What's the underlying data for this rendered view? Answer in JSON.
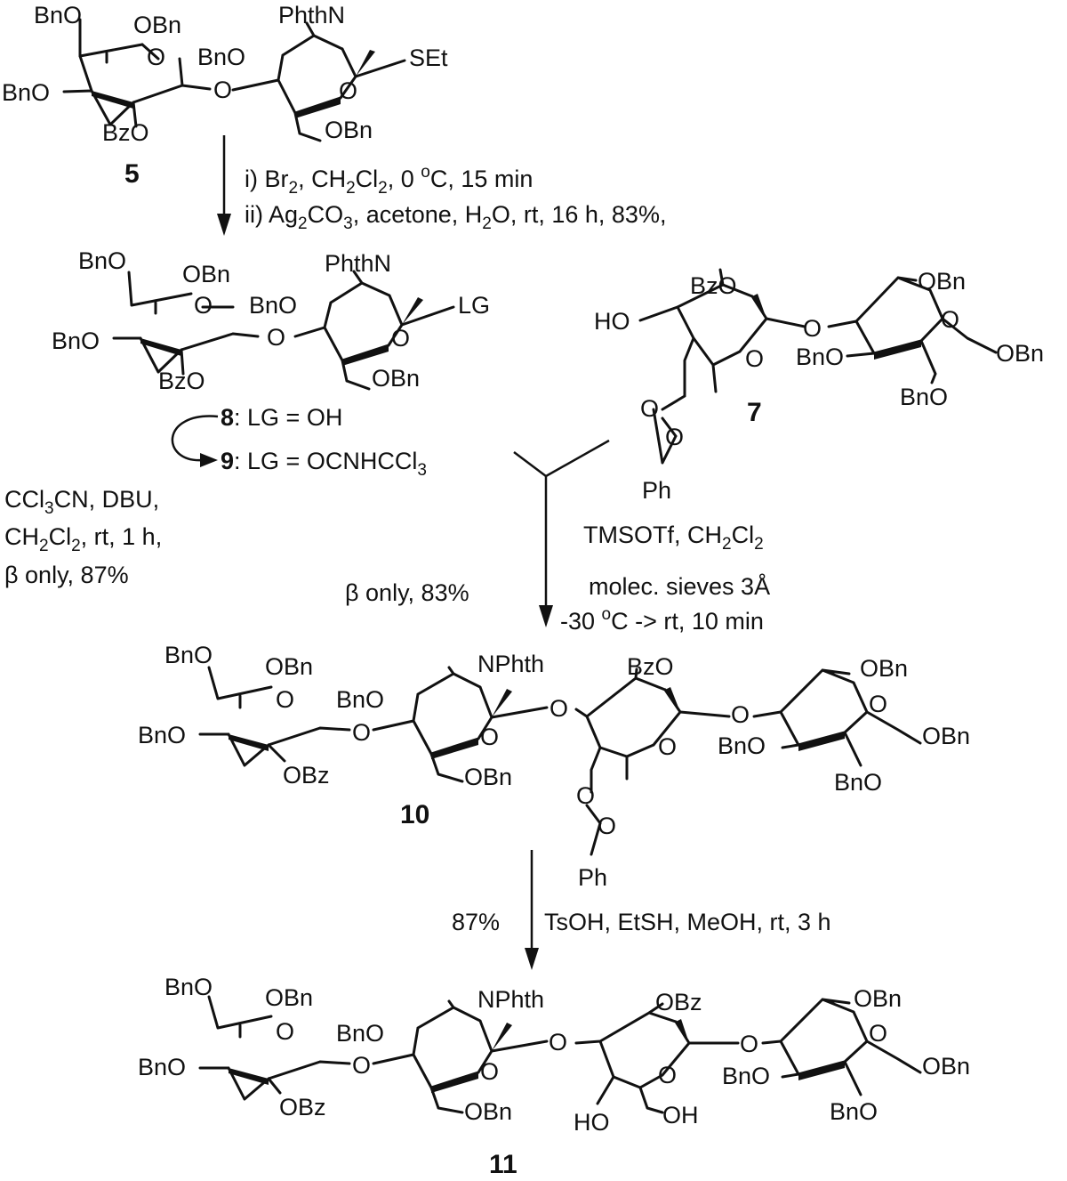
{
  "compounds": {
    "c5": {
      "number": "5",
      "labels": [
        "BnO",
        "OBn",
        "O",
        "BnO",
        "BzO",
        "O",
        "PhthN",
        "BnO",
        "SEt",
        "O",
        "OBn"
      ]
    },
    "c8_9": {
      "labels": [
        "BnO",
        "OBn",
        "O",
        "BnO",
        "BzO",
        "O",
        "PhthN",
        "BnO",
        "LG",
        "O",
        "OBn"
      ],
      "lg_8_num": "8",
      "lg_8_text": ": LG = OH",
      "lg_9_num": "9",
      "lg_9_text": ": LG = OCNHCCl",
      "lg_9_sub": "3"
    },
    "c7": {
      "number": "7",
      "labels": [
        "BzO",
        "HO",
        "O",
        "O",
        "O",
        "O",
        "Ph",
        "OBn",
        "O",
        "OBn",
        "BnO",
        "BnO"
      ]
    },
    "c10": {
      "number": "10",
      "labels": [
        "BnO",
        "OBn",
        "O",
        "BnO",
        "OBz",
        "O",
        "NPhth",
        "BnO",
        "O",
        "OBn",
        "O",
        "BzO",
        "O",
        "O",
        "O",
        "Ph",
        "O",
        "OBn",
        "O",
        "OBn",
        "BnO",
        "BnO"
      ]
    },
    "c11": {
      "number": "11",
      "labels": [
        "BnO",
        "OBn",
        "O",
        "BnO",
        "OBz",
        "O",
        "NPhth",
        "BnO",
        "O",
        "OBn",
        "O",
        "OBz",
        "O",
        "HO",
        "OH",
        "O",
        "OBn",
        "O",
        "OBn",
        "BnO",
        "BnO"
      ]
    }
  },
  "conditions": {
    "step1": [
      "i) Br",
      "2",
      ", CH",
      "2",
      "Cl",
      "2",
      ", 0 ",
      "o",
      "C, 15 min"
    ],
    "step2": [
      "ii) Ag",
      "2",
      "CO",
      "3",
      ", acetone, H",
      "2",
      "O, rt, 16 h, 83%,"
    ],
    "imidate": [
      "CCl",
      "3",
      "CN, DBU,",
      "CH",
      "2",
      "Cl",
      "2",
      ", rt, 1 h,",
      "β only, 87%"
    ],
    "glyco_left": "β only, 83%",
    "glyco": [
      "TMSOTf, CH",
      "2",
      "Cl",
      "2",
      "molec. sieves 3Å",
      "-30 ",
      "o",
      "C -> rt, 10 min"
    ],
    "deprot_left": "87%",
    "deprot": "TsOH, EtSH, MeOH, rt, 3 h"
  }
}
